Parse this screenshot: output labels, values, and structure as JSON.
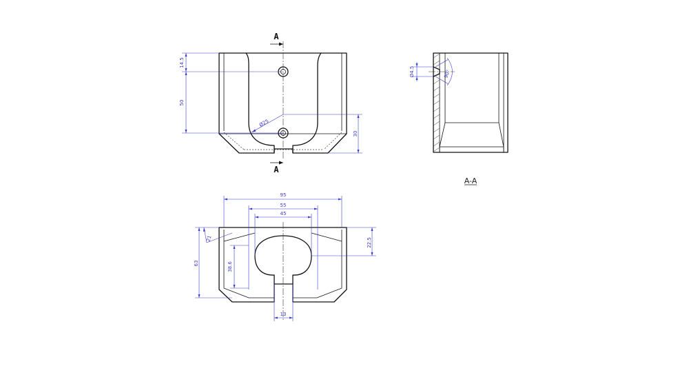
{
  "section": {
    "letter_top": "A",
    "letter_bottom": "A",
    "view_label": "A-A"
  },
  "front_view": {
    "dim_14_5": "14.5",
    "dim_50": "50",
    "dim_30": "30",
    "dim_r25": "Ø25"
  },
  "section_view": {
    "dim_hole": "Ø4.5",
    "dim_angle": "90°"
  },
  "top_view": {
    "dim_95": "95",
    "dim_55": "55",
    "dim_45": "45",
    "dim_22_5": "22.5",
    "dim_63": "63",
    "dim_38_6": "38.6",
    "dim_21": "21",
    "dim_13": "13"
  },
  "colors": {
    "dimension": "#3a3acc",
    "outline": "#111111"
  }
}
